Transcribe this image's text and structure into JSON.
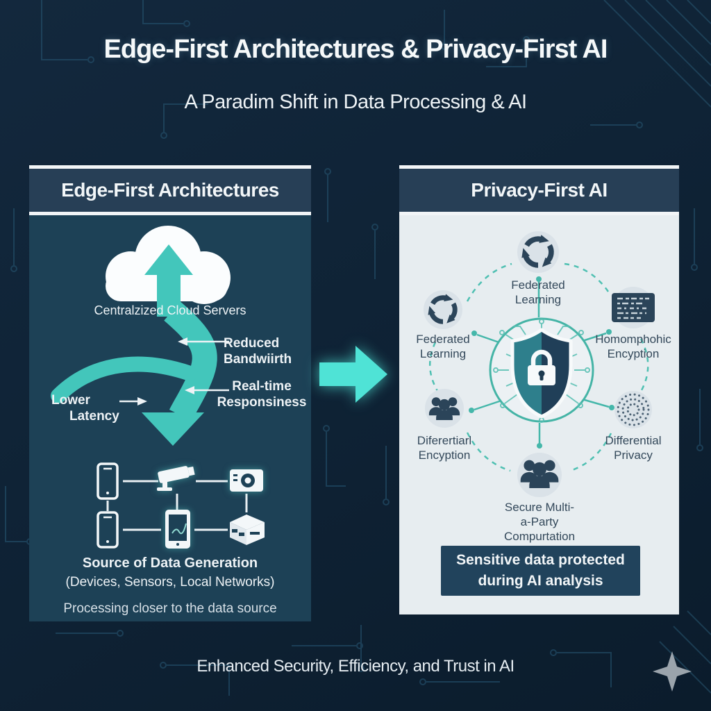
{
  "header": {
    "title": "Edge-First Architectures & Privacy-First AI",
    "subtitle": "A Paradim Shift in Data Processing & AI"
  },
  "left_panel": {
    "title": "Edge-First Architectures",
    "cloud_icon": "cloud-icon",
    "cloud_label": "Centralzized Cloud Servers",
    "flow_icons": [
      "up-arrow-icon",
      "down-flow-arrow-icon",
      "swoosh-arrow-icon"
    ],
    "annotations": [
      {
        "arrow": "left-arrow-icon",
        "lines": [
          "Reduced",
          "Bandwiirth"
        ]
      },
      {
        "arrow": "left-arrow-icon",
        "lines": [
          "Real-time",
          "Responsiness"
        ]
      },
      {
        "arrow": "right-arrow-icon",
        "lines": [
          "Lower",
          "Latency"
        ]
      }
    ],
    "device_icons": [
      "smartphone-icon",
      "cctv-camera-icon",
      "smart-camera-icon",
      "smartphone-icon",
      "tablet-icon",
      "edge-router-icon"
    ],
    "footer": {
      "title": "Source of Data Generation",
      "subtitle": "(Devices, Sensors, Local Networks)",
      "note": "Processing closer to the data source"
    }
  },
  "center": {
    "icon": "right-arrow-icon"
  },
  "right_panel": {
    "title": "Privacy-First AI",
    "center_icon": "shield-lock-icon",
    "nodes": [
      {
        "icon": "federated-sync-icon",
        "lines": [
          "Federated",
          "Learning"
        ]
      },
      {
        "icon": "federated-sync-icon",
        "lines": [
          "Federated",
          "Learning"
        ]
      },
      {
        "icon": "encrypted-data-icon",
        "lines": [
          "Homomphohic",
          "Encyption"
        ]
      },
      {
        "icon": "people-group-icon",
        "lines": [
          "Diferertiarl",
          "Encyption"
        ]
      },
      {
        "icon": "noise-pattern-icon",
        "lines": [
          "Differential",
          "Privacy"
        ]
      },
      {
        "icon": "people-group-icon",
        "lines": [
          "Secure Multi-",
          "a-Party",
          "Compurtation"
        ]
      }
    ],
    "banner": {
      "lines": [
        "Sensitive data protected",
        "during AI analysis"
      ]
    }
  },
  "footer": {
    "caption": "Enhanced Security, Efficiency, and Trust in AI",
    "sparkle_icon": "sparkle-icon"
  },
  "colors": {
    "background": "#0f2336",
    "accent_teal": "#43c6bb",
    "bright_arrow": "#4fe3d6",
    "panel_header": "#273f56",
    "left_panel_body": "#1d4156",
    "right_panel_body": "#e7edf0",
    "node_circle": "#dae2e8",
    "navy": "#2b4459",
    "banner_bg": "#21435c",
    "text_light": "#eef3f6",
    "text_navy": "#33485a"
  }
}
